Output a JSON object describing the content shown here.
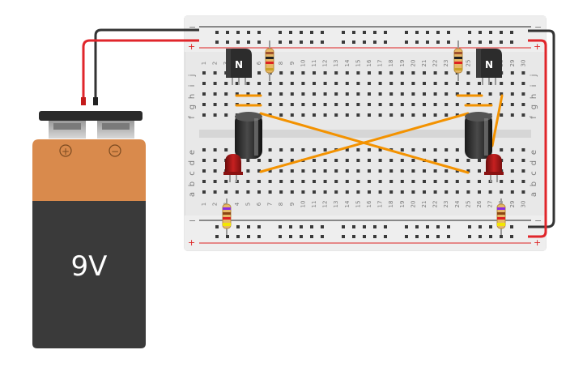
{
  "battery": {
    "label": "9V",
    "plus_symbol": "+",
    "minus_symbol": "−"
  },
  "breadboard": {
    "rail_plus": "+",
    "rail_minus": "−",
    "top_row_letters": [
      "j",
      "i",
      "h",
      "g",
      "f"
    ],
    "bottom_row_letters": [
      "e",
      "d",
      "c",
      "b",
      "a"
    ],
    "column_numbers": [
      "1",
      "2",
      "3",
      "4",
      "5",
      "6",
      "7",
      "8",
      "9",
      "10",
      "11",
      "12",
      "13",
      "14",
      "15",
      "16",
      "17",
      "18",
      "19",
      "20",
      "21",
      "22",
      "23",
      "24",
      "25",
      "26",
      "27",
      "28",
      "29",
      "30"
    ]
  },
  "components": {
    "transistor_left_label": "N",
    "transistor_right_label": "N"
  },
  "colors": {
    "wire_red": "#e0262b",
    "wire_black": "#333333",
    "wire_orange": "#f39200",
    "battery_top": "#d98a4c",
    "battery_bottom": "#3a3a3a",
    "led_red": "#b01717",
    "breadboard": "#e6e6e6"
  }
}
